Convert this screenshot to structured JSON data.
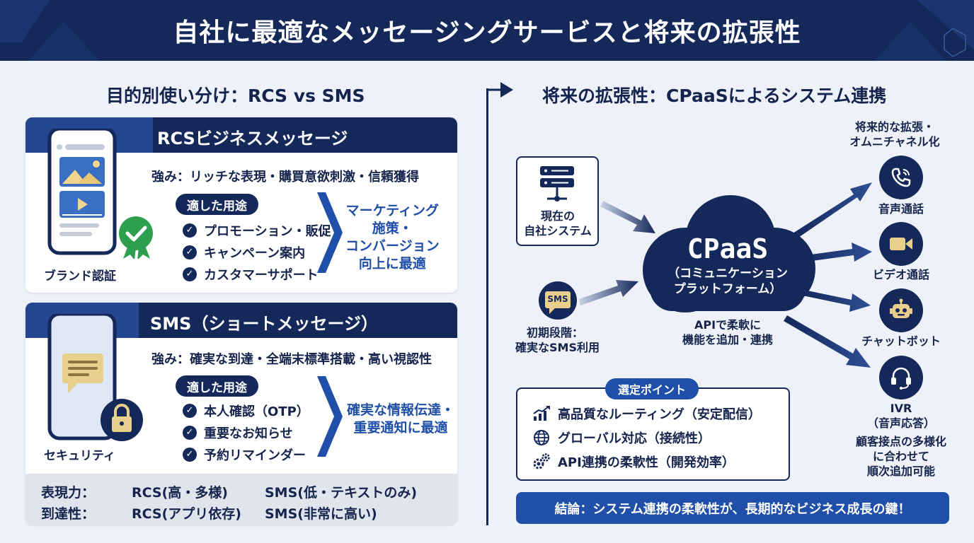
{
  "header": {
    "title": "自社に最適なメッセージングサービスと将来の拡張性"
  },
  "left": {
    "section_title": "目的別使い分け：RCS vs SMS",
    "rcs": {
      "title": "RCSビジネスメッセージ",
      "strength": "強み：リッチな表現・購買意欲刺激・信頼獲得",
      "use_label": "適した用途",
      "uses": [
        "プロモーション・販促",
        "キャンペーン案内",
        "カスタマーサポート"
      ],
      "result": [
        "マーケティング",
        "施策・",
        "コンバージョン",
        "向上に最適"
      ],
      "icon_label": "ブランド認証"
    },
    "sms": {
      "title": "SMS（ショートメッセージ）",
      "strength": "強み：確実な到達・全端末標準搭載・高い視認性",
      "use_label": "適した用途",
      "uses": [
        "本人確認（OTP）",
        "重要なお知らせ",
        "予約リマインダー"
      ],
      "result": [
        "確実な情報伝達・",
        "重要通知に最適"
      ],
      "icon_label": "セキュリティ"
    },
    "comparison": [
      {
        "label": "表現力：",
        "rcs": "RCS(高・多様)",
        "sms": "SMS(低・テキストのみ)"
      },
      {
        "label": "到達性：",
        "rcs": "RCS(アプリ依存)",
        "sms": "SMS(非常に高い)"
      }
    ]
  },
  "right": {
    "section_title": "将来の拡張性：CPaaSによるシステム連携",
    "current_system": [
      "現在の",
      "自社システム"
    ],
    "sms_badge": "SMS",
    "initial": [
      "初期段階：",
      "確実なSMS利用"
    ],
    "cloud": {
      "title": "CPaaS",
      "subtitle": [
        "（コミュニケーション",
        "プラットフォーム）"
      ]
    },
    "api_note": [
      "APIで柔軟に",
      "機能を追加・連携"
    ],
    "expansion_title": [
      "将来的な拡張・",
      "オムニチャネル化"
    ],
    "channels": [
      {
        "label": [
          "音声通話"
        ],
        "icon": "phone-icon"
      },
      {
        "label": [
          "ビデオ通話"
        ],
        "icon": "video-camera-icon"
      },
      {
        "label": [
          "チャットボット"
        ],
        "icon": "robot-icon"
      },
      {
        "label": [
          "IVR",
          "（音声応答）"
        ],
        "icon": "headset-icon"
      }
    ],
    "channel_note": [
      "顧客接点の多様化",
      "に合わせて",
      "順次追加可能"
    ],
    "points": {
      "label": "選定ポイント",
      "items": [
        "高品質なルーティング（安定配信）",
        "グローバル対応（接続性）",
        "API連携の柔軟性（開発効率）"
      ]
    },
    "conclusion": "結論：システム連携の柔軟性が、長期的なビジネス成長の鍵！"
  },
  "colors": {
    "navy": "#14285a",
    "blue": "#1f4fa8",
    "green": "#2e9e4f",
    "gold": "#e9cf8c"
  }
}
